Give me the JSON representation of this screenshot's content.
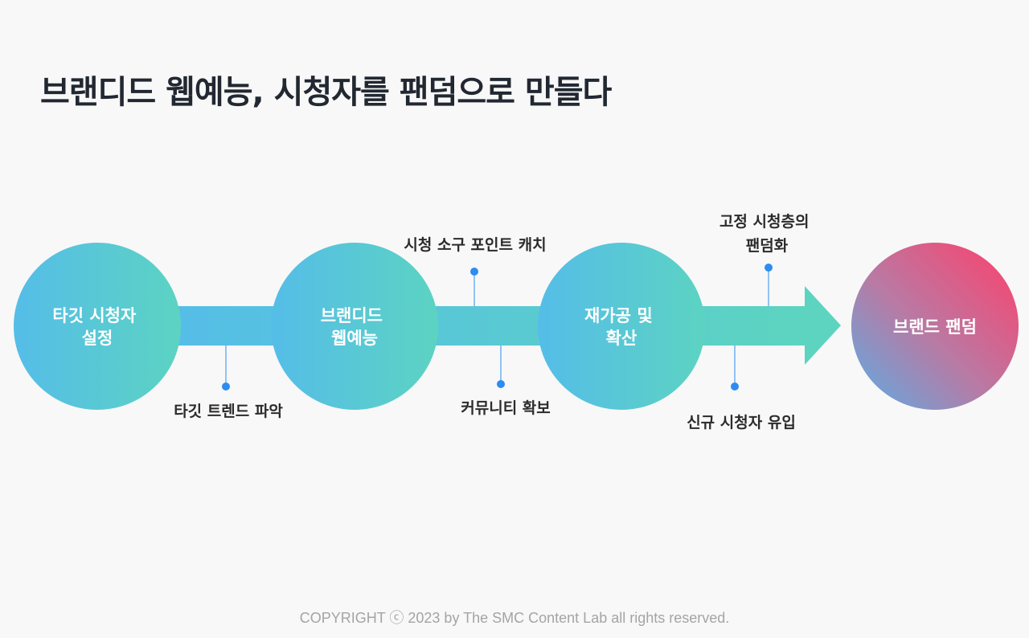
{
  "title": "브랜디드 웹예능, 시청자를 팬덤으로 만들다",
  "stages": [
    {
      "lines": [
        "타깃 시청자",
        "설정"
      ]
    },
    {
      "lines": [
        "브랜디드",
        "웹예능"
      ]
    },
    {
      "lines": [
        "재가공 및",
        "확산"
      ]
    },
    {
      "lines": [
        "브랜드 팬덤"
      ]
    }
  ],
  "steps": [
    {
      "lines": [
        "타깃 트렌드 파악"
      ]
    },
    {
      "lines": [
        "시청 소구 포인트 캐치"
      ]
    },
    {
      "lines": [
        "커뮤니티 확보"
      ]
    },
    {
      "lines": [
        "고정 시청층의",
        "팬덤화"
      ]
    },
    {
      "lines": [
        "신규 시청자 유입"
      ]
    }
  ],
  "colors": {
    "teal_start": "#55bde8",
    "teal_end": "#5cd3c2",
    "pink": "#ff416c",
    "blue": "#6ab3e8",
    "purple": "#9e84b8",
    "dot": "#2d8cf0"
  },
  "copyright": "COPYRIGHT ⓒ 2023 by The SMC Content Lab all rights reserved."
}
